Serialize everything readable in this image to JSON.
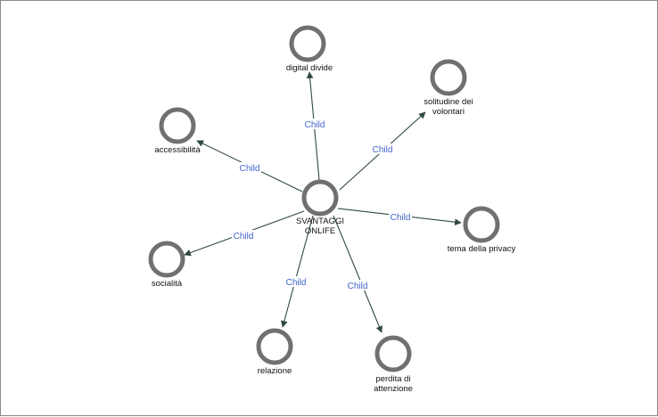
{
  "diagram": {
    "center": {
      "id": "center",
      "label_lines": [
        "SVANTAGGI",
        "ONLIFE"
      ]
    },
    "children": [
      {
        "id": "digital-divide",
        "label_lines": [
          "digital divide"
        ],
        "edge_label": "Child"
      },
      {
        "id": "solitudine",
        "label_lines": [
          "solitudine dei",
          "volontari"
        ],
        "edge_label": "Child"
      },
      {
        "id": "accessibilita",
        "label_lines": [
          "accessibilità"
        ],
        "edge_label": "Child"
      },
      {
        "id": "privacy",
        "label_lines": [
          "tema della privacy"
        ],
        "edge_label": "Child"
      },
      {
        "id": "socialita",
        "label_lines": [
          "socialità"
        ],
        "edge_label": "Child"
      },
      {
        "id": "relazione",
        "label_lines": [
          "relazione"
        ],
        "edge_label": "Child"
      },
      {
        "id": "attenzione",
        "label_lines": [
          "perdita di",
          "attenzione"
        ],
        "edge_label": "Child"
      }
    ],
    "colors": {
      "node_ring": "#707070",
      "edge": "#2f4a3f",
      "edge_label": "#3f63c9",
      "text": "#111111"
    }
  }
}
